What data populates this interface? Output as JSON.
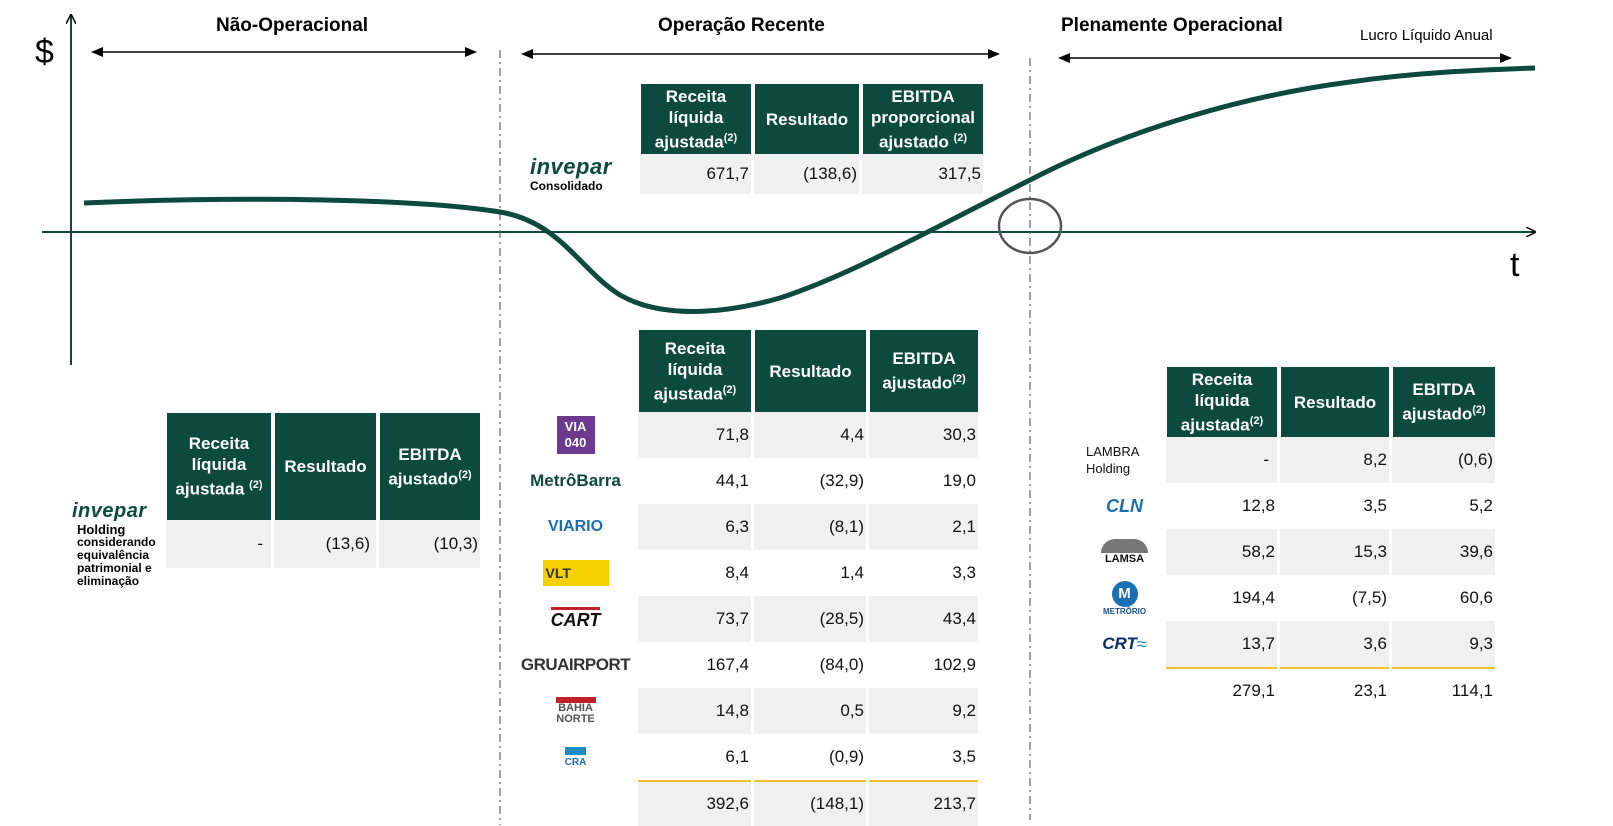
{
  "axis": {
    "y_label": "$",
    "x_label": "t",
    "curve_label": "Lucro Líquido Anual"
  },
  "phases": {
    "non_operational": "Não-Operacional",
    "recent": "Operação Recente",
    "full": "Plenamente Operacional"
  },
  "colors": {
    "dark_green": "#0b4a3c",
    "row_shade": "#f0f0f0",
    "total_line": "#f2c02c"
  },
  "consolidated": {
    "logo": "invepar",
    "sublabel": "Consolidado",
    "headers": [
      "Receita líquida ajustada",
      "Resultado",
      "EBITDA proporcional ajustado"
    ],
    "sup": "(2)",
    "values": [
      "671,7",
      "(138,6)",
      "317,5"
    ]
  },
  "holding": {
    "logo": "invepar",
    "sublabel_lines": [
      "Holding",
      "considerando",
      "equivalência",
      "patrimonial e",
      "eliminação"
    ],
    "headers": [
      "Receita líquida ajustada",
      "Resultado",
      "EBITDA ajustado"
    ],
    "sup": "(2)",
    "values": [
      "-",
      "(13,6)",
      "(10,3)"
    ]
  },
  "recent_table": {
    "headers": [
      "Receita líquida ajustada",
      "Resultado",
      "EBITDA ajustado"
    ],
    "sup": "(2)",
    "rows": [
      {
        "logo": "VIA 040",
        "values": [
          "71,8",
          "4,4",
          "30,3"
        ]
      },
      {
        "logo": "MetrôBarra",
        "values": [
          "44,1",
          "(32,9)",
          "19,0"
        ]
      },
      {
        "logo": "VIARIO",
        "values": [
          "6,3",
          "(8,1)",
          "2,1"
        ]
      },
      {
        "logo": "VLT",
        "values": [
          "8,4",
          "1,4",
          "3,3"
        ]
      },
      {
        "logo": "CART",
        "values": [
          "73,7",
          "(28,5)",
          "43,4"
        ]
      },
      {
        "logo": "GRUAIRPORT",
        "values": [
          "167,4",
          "(84,0)",
          "102,9"
        ]
      },
      {
        "logo": "BAHIA NORTE",
        "values": [
          "14,8",
          "0,5",
          "9,2"
        ]
      },
      {
        "logo": "CRA",
        "values": [
          "6,1",
          "(0,9)",
          "3,5"
        ]
      }
    ],
    "total": [
      "392,6",
      "(148,1)",
      "213,7"
    ]
  },
  "full_table": {
    "headers": [
      "Receita líquida ajustada",
      "Resultado",
      "EBITDA ajustado"
    ],
    "sup": "(2)",
    "rows": [
      {
        "logo": "LAMBRA Holding",
        "values": [
          "-",
          "8,2",
          "(0,6)"
        ]
      },
      {
        "logo": "CLN",
        "values": [
          "12,8",
          "3,5",
          "5,2"
        ]
      },
      {
        "logo": "LAMSA",
        "values": [
          "58,2",
          "15,3",
          "39,6"
        ]
      },
      {
        "logo": "METRÔRIO",
        "values": [
          "194,4",
          "(7,5)",
          "60,6"
        ]
      },
      {
        "logo": "CRT",
        "values": [
          "13,7",
          "3,6",
          "9,3"
        ]
      }
    ],
    "total": [
      "279,1",
      "23,1",
      "114,1"
    ]
  }
}
